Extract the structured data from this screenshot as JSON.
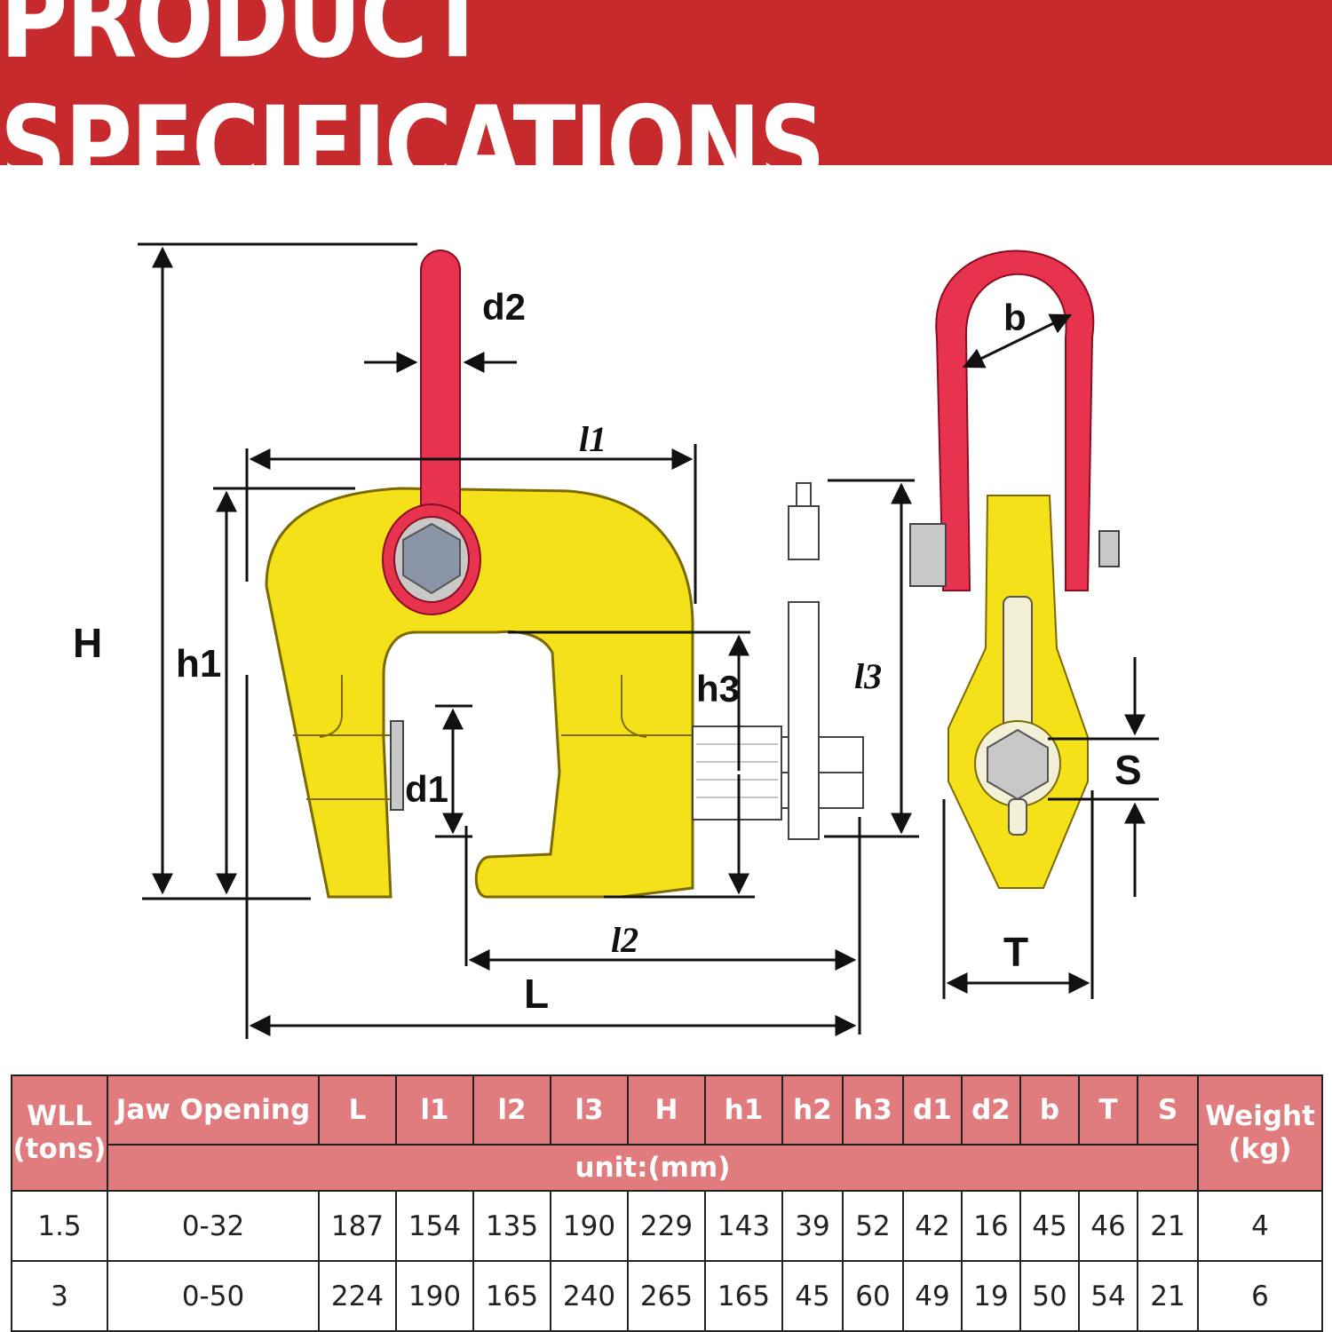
{
  "header": {
    "title": "PRODUCT SPECIFICATIONS"
  },
  "colors": {
    "banner": "#c62a2c",
    "table_header": "#e07b7e",
    "clamp_body": "#f5e11a",
    "shackle": "#e8334f"
  },
  "diagram": {
    "labels": {
      "d2": "d2",
      "l1": "l1",
      "H": "H",
      "h1": "h1",
      "h3": "h3",
      "d1": "d1",
      "l2": "l2",
      "L": "L",
      "l3": "l3",
      "b": "b",
      "S": "S",
      "T": "T"
    }
  },
  "table": {
    "columns": [
      "WLL (tons)",
      "Jaw Opening",
      "L",
      "l1",
      "l2",
      "l3",
      "H",
      "h1",
      "h2",
      "h3",
      "d1",
      "d2",
      "b",
      "T",
      "S",
      "Weight (kg)"
    ],
    "unit_label": "unit:(mm)",
    "rows": [
      [
        "1.5",
        "0-32",
        "187",
        "154",
        "135",
        "190",
        "229",
        "143",
        "39",
        "52",
        "42",
        "16",
        "45",
        "46",
        "21",
        "4"
      ],
      [
        "3",
        "0-50",
        "224",
        "190",
        "165",
        "240",
        "265",
        "165",
        "45",
        "60",
        "49",
        "19",
        "50",
        "54",
        "21",
        "6"
      ]
    ]
  }
}
